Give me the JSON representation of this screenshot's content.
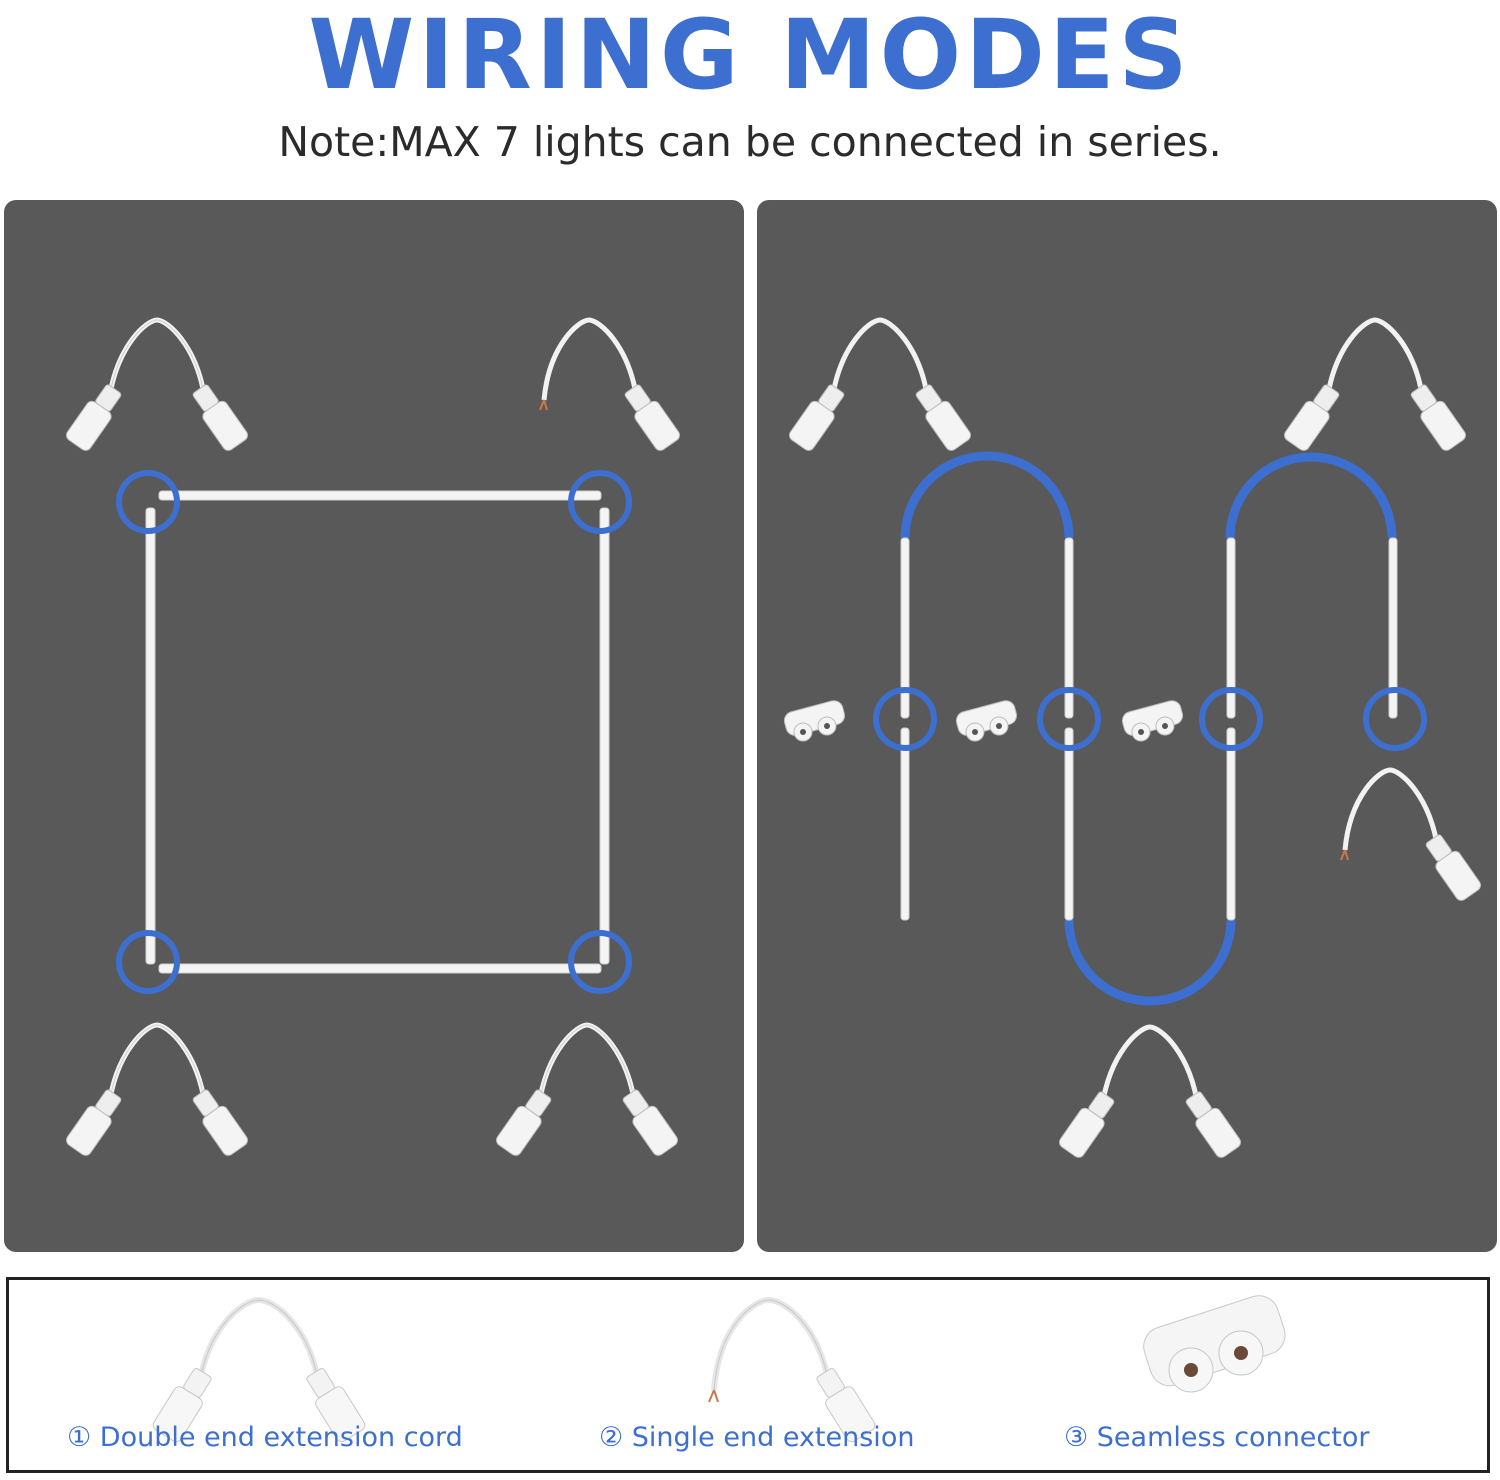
{
  "header": {
    "title": "WIRING MODES",
    "note": "Note:MAX 7 lights can be connected in series."
  },
  "legend": {
    "items": [
      {
        "label": "① Double end extension cord",
        "icon": "double-end-cord-icon"
      },
      {
        "label": "② Single end extension",
        "icon": "single-end-cord-icon"
      },
      {
        "label": "③ Seamless connector",
        "icon": "seamless-connector-icon"
      }
    ]
  },
  "colors": {
    "accent": "#3d6fd1",
    "panel": "#595959",
    "light": "#f4f4f4"
  }
}
